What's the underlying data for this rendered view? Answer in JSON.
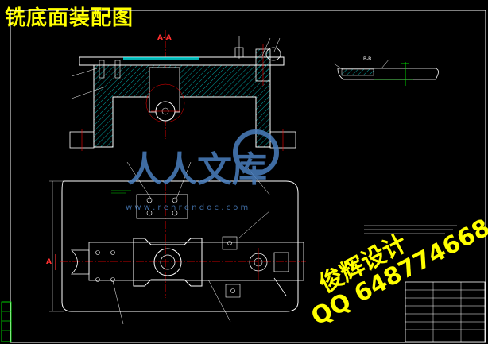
{
  "title": "铣底面装配图",
  "labels": {
    "section_aa": "A-A",
    "section_bb": "B-B",
    "arrow_a": "A"
  },
  "watermark": {
    "brand": "人人文库",
    "url": "w w w . r e n r e n d o c . c o m",
    "designer": "俊辉设计",
    "qq": "QQ 648774668"
  },
  "colors": {
    "background": "#000000",
    "outline": "#ffffff",
    "centerline": "#ff0000",
    "hatch": "#00ffff",
    "title": "#ffff00",
    "dimension": "#00ff00",
    "watermark": "#4a7fbf"
  }
}
